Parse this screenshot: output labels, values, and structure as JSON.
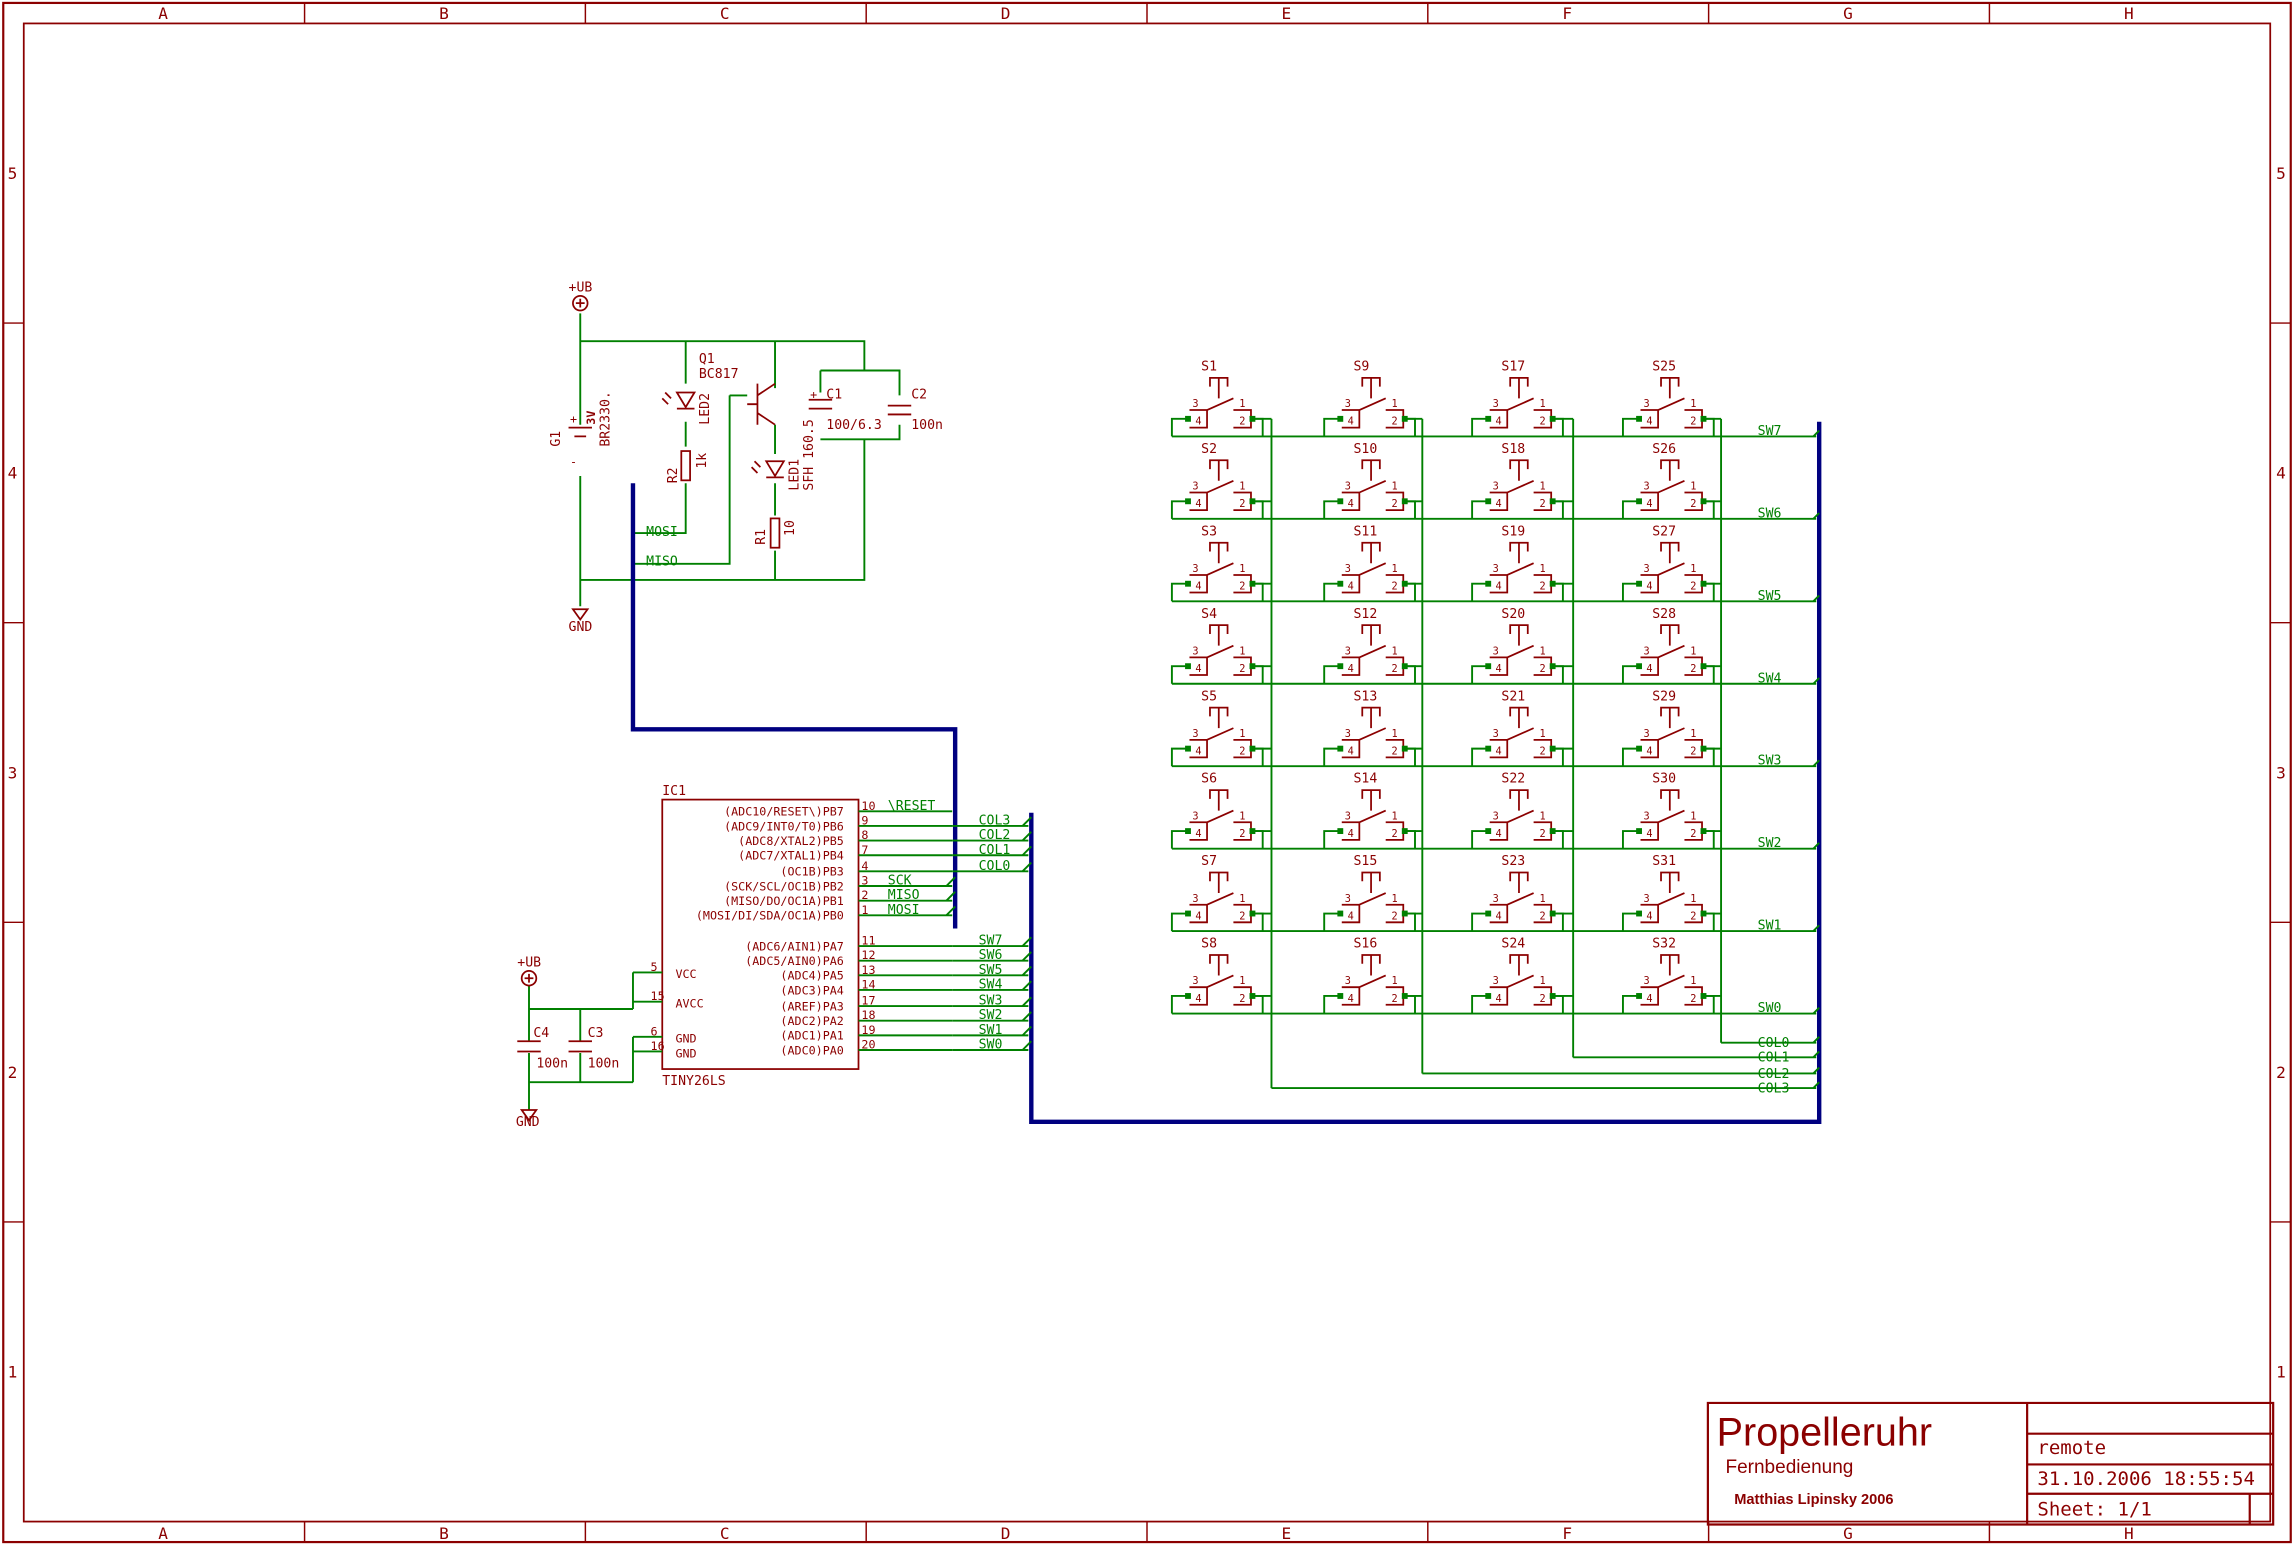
{
  "frame": {
    "columns": [
      "A",
      "B",
      "C",
      "D",
      "E",
      "F",
      "G",
      "H"
    ],
    "rows": [
      "5",
      "4",
      "3",
      "2",
      "1"
    ]
  },
  "title_block": {
    "title": "Propelleruhr",
    "subtitle": "Fernbedienung",
    "author": "Matthias Lipinsky 2006",
    "sheet_name": "remote",
    "timestamp": "31.10.2006 18:55:54",
    "sheet": "Sheet: 1/1"
  },
  "power": {
    "vcc_label": "+UB",
    "gnd_label": "GND"
  },
  "parts": {
    "g1": {
      "name": "G1",
      "value": "BR2330.",
      "voltage": "3V",
      "plus": "+",
      "minus": "-"
    },
    "q1": {
      "name": "Q1",
      "value": "BC817"
    },
    "led2": {
      "name": "LED2"
    },
    "led1": {
      "name": "LED1",
      "value": "SFH 160.5"
    },
    "r2": {
      "name": "R2",
      "value": "1k"
    },
    "r1": {
      "name": "R1",
      "value": "10"
    },
    "c1": {
      "name": "C1",
      "value": "100/6.3",
      "plus": "+"
    },
    "c2": {
      "name": "C2",
      "value": "100n"
    },
    "c3": {
      "name": "C3",
      "value": "100n"
    },
    "c4": {
      "name": "C4",
      "value": "100n"
    }
  },
  "ic1": {
    "name": "IC1",
    "value": "TINY26LS",
    "right_pins": [
      {
        "label": "(ADC10/RESET\\)PB7",
        "num": "10",
        "net": "\\RESET"
      },
      {
        "label": "(ADC9/INT0/T0)PB6",
        "num": "9",
        "net": "COL3"
      },
      {
        "label": "(ADC8/XTAL2)PB5",
        "num": "8",
        "net": "COL2"
      },
      {
        "label": "(ADC7/XTAL1)PB4",
        "num": "7",
        "net": "COL1"
      },
      {
        "label": "(OC1B)PB3",
        "num": "4",
        "net": "COL0"
      },
      {
        "label": "(SCK/SCL/OC1B)PB2",
        "num": "3",
        "net": "SCK"
      },
      {
        "label": "(MISO/DO/OC1A)PB1",
        "num": "2",
        "net": "MISO"
      },
      {
        "label": "(MOSI/DI/SDA/OC1A)PB0",
        "num": "1",
        "net": "MOSI"
      },
      {
        "label": "(ADC6/AIN1)PA7",
        "num": "11",
        "net": "SW7"
      },
      {
        "label": "(ADC5/AIN0)PA6",
        "num": "12",
        "net": "SW6"
      },
      {
        "label": "(ADC4)PA5",
        "num": "13",
        "net": "SW5"
      },
      {
        "label": "(ADC3)PA4",
        "num": "14",
        "net": "SW4"
      },
      {
        "label": "(AREF)PA3",
        "num": "17",
        "net": "SW3"
      },
      {
        "label": "(ADC2)PA2",
        "num": "18",
        "net": "SW2"
      },
      {
        "label": "(ADC1)PA1",
        "num": "19",
        "net": "SW1"
      },
      {
        "label": "(ADC0)PA0",
        "num": "20",
        "net": "SW0"
      }
    ],
    "left_pins": [
      {
        "label": "VCC",
        "num": "5"
      },
      {
        "label": "AVCC",
        "num": "15"
      },
      {
        "label": "GND",
        "num": "6"
      },
      {
        "label": "GND",
        "num": "16"
      }
    ]
  },
  "bus_nets": {
    "mosi": "MOSI",
    "miso": "MISO"
  },
  "switch_matrix": {
    "columns": [
      [
        "S1",
        "S2",
        "S3",
        "S4",
        "S5",
        "S6",
        "S7",
        "S8"
      ],
      [
        "S9",
        "S10",
        "S11",
        "S12",
        "S13",
        "S14",
        "S15",
        "S16"
      ],
      [
        "S17",
        "S18",
        "S19",
        "S20",
        "S21",
        "S22",
        "S23",
        "S24"
      ],
      [
        "S25",
        "S26",
        "S27",
        "S28",
        "S29",
        "S30",
        "S31",
        "S32"
      ]
    ],
    "pin_numbers": [
      "3",
      "1",
      "4",
      "2"
    ],
    "row_nets": [
      "SW7",
      "SW6",
      "SW5",
      "SW4",
      "SW3",
      "SW2",
      "SW1",
      "SW0"
    ],
    "col_nets": [
      "COL0",
      "COL1",
      "COL2",
      "COL3"
    ]
  }
}
